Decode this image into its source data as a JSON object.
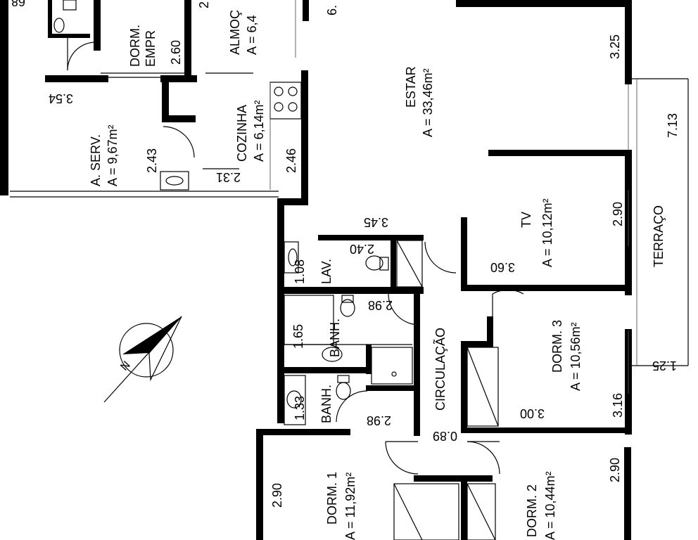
{
  "rooms": {
    "servico": {
      "name": "A. SERV.",
      "area": "A = 9,67m²"
    },
    "cozinha": {
      "name": "COZINHA",
      "area": "A = 6,14m²"
    },
    "estar": {
      "name": "ESTAR",
      "area": "A = 33,46m²"
    },
    "tv": {
      "name": "TV",
      "area": "A = 10,12m²"
    },
    "terraco": {
      "name": "TERRAÇO"
    },
    "lav": {
      "name": "LAV."
    },
    "banh_top": {
      "name": "BANH."
    },
    "banh_bottom": {
      "name": "BANH."
    },
    "circulacao": {
      "name": "CIRCULAÇÃO"
    },
    "dorm3": {
      "name": "DORM. 3",
      "area": "A = 10,56m²"
    },
    "dorm1": {
      "name": "DORM. 1",
      "area": "A = 11,92m²"
    },
    "dorm2": {
      "name": "DORM. 2",
      "area": "A = 10,44m²"
    },
    "dorm_emp": {
      "name": "DORM.",
      "name2": "EMPR"
    },
    "almoco": {
      "name": "ALMOÇ",
      "area": "A = 6,4"
    }
  },
  "dims": {
    "d_top_left": "68.0",
    "d_emp_260": "2.60",
    "d_top_2": "2",
    "d_top_6": "6.",
    "d_354": "3.54",
    "d_325": "3.25",
    "d_713": "7.13",
    "d_243": "2.43",
    "d_246": "2.46",
    "d_231": "2.31",
    "d_345": "3.45",
    "d_290_tv": "2.90",
    "d_240": "2.40",
    "d_108": "1.08",
    "d_360": "3.60",
    "d_298_top": "2.98",
    "d_165": "1.65",
    "d_125": "1.25",
    "d_316": "3.16",
    "d_300": "3.00",
    "d_133": "1.33",
    "d_298_bot": "2.98",
    "d_089": "0.89",
    "d_290_d1": "2.90",
    "d_290_d2": "2.90"
  }
}
